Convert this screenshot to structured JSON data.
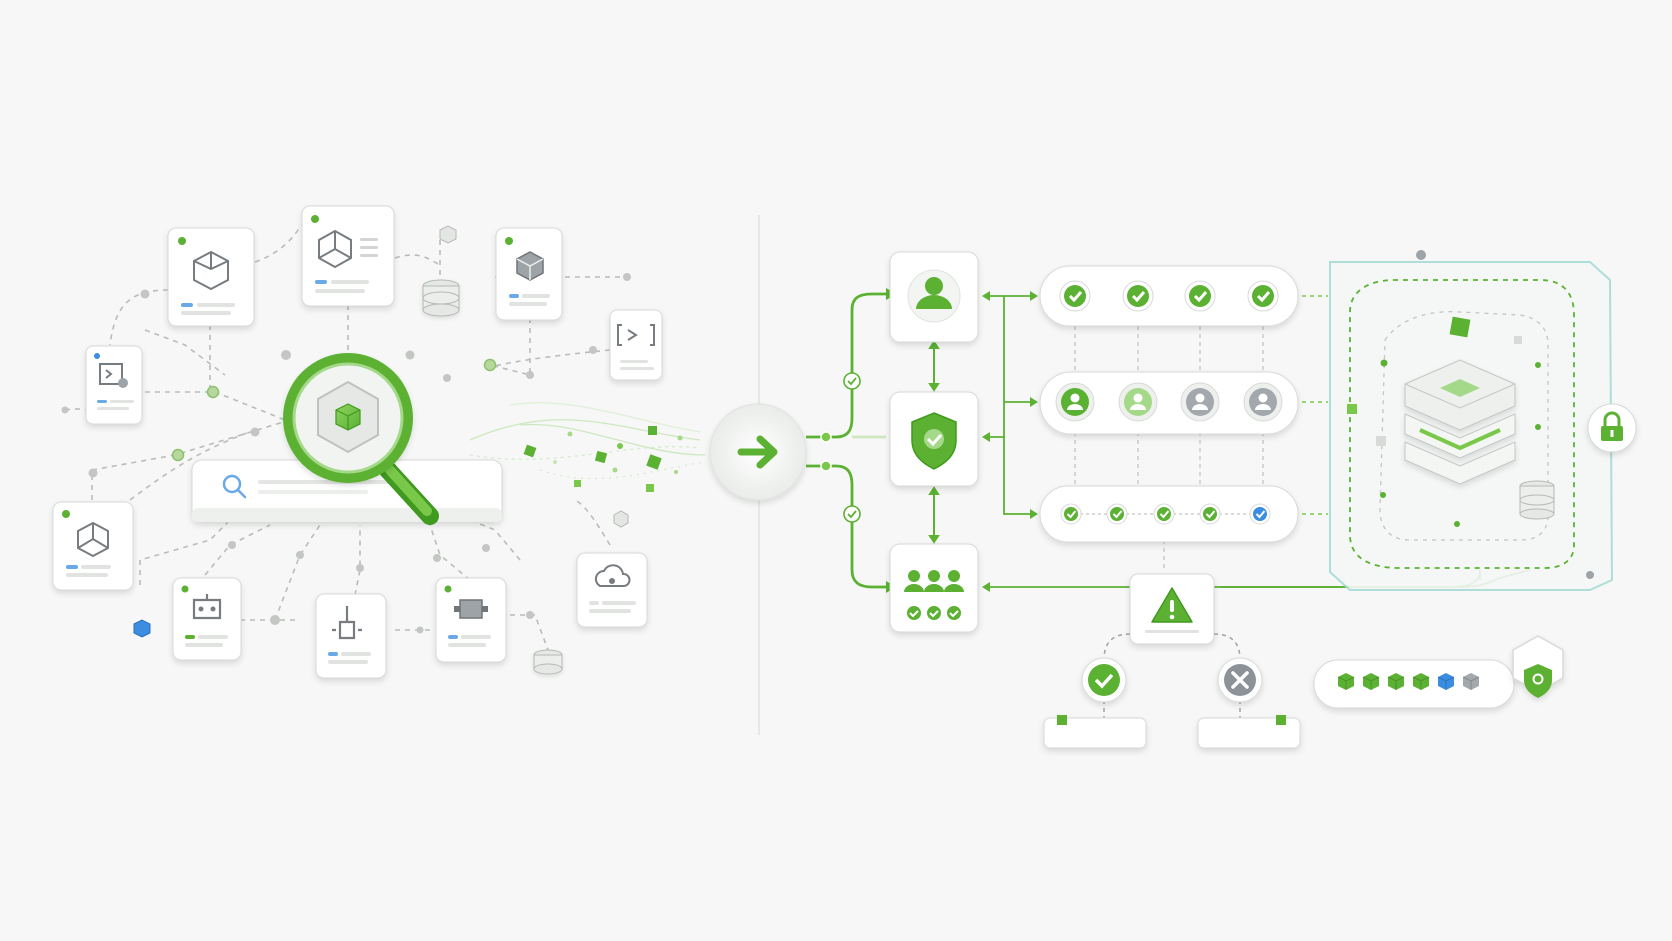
{
  "colors": {
    "background": "#f6f7f6",
    "card": "#ffffff",
    "card_border": "#d7dad7",
    "accent_green": "#5bb132",
    "dark_green": "#3f9a1f",
    "light_green": "#a5d98a",
    "blue": "#3a8de0",
    "gray_icon": "#8d9299",
    "gray_line": "#b9bdb9",
    "teal_outline": "#a8dcd6"
  },
  "icons": {
    "center_search": "magnifier-cube-icon",
    "transfer": "arrow-right-icon",
    "identity": "user-icon",
    "policy": "shield-check-icon",
    "team": "user-group-icon",
    "warning": "warning-triangle-icon",
    "approve": "check-circle-icon",
    "reject": "x-circle-icon",
    "vault": "server-stack-icon",
    "lock": "padlock-icon",
    "guard": "shield-icon"
  },
  "status_rows": {
    "checks": [
      "approved",
      "approved",
      "approved",
      "approved"
    ],
    "users": [
      "active",
      "pending",
      "inactive",
      "inactive"
    ],
    "steps": [
      "approved",
      "approved",
      "approved",
      "approved",
      "info"
    ]
  },
  "token_strip": [
    "green",
    "green",
    "green",
    "green",
    "blue",
    "gray"
  ]
}
